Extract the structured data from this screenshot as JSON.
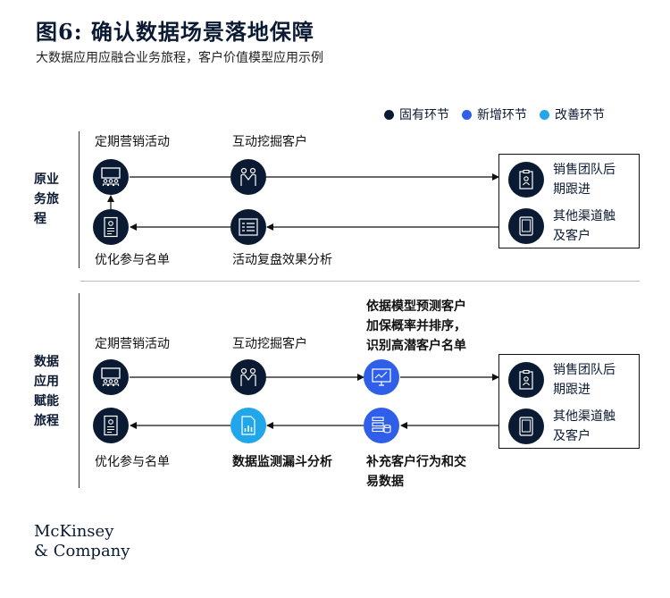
{
  "title": "图6: 确认数据场景落地保障",
  "subtitle": "大数据应用应融合业务旅程，客户价值模型应用示例",
  "legend": [
    {
      "label": "固有环节",
      "color": "#0b1a33"
    },
    {
      "label": "新增环节",
      "color": "#2f5fe8"
    },
    {
      "label": "改善环节",
      "color": "#22a6ea"
    }
  ],
  "colors": {
    "inherent": "#0b1a33",
    "new": "#2f5fe8",
    "improved": "#22a6ea"
  },
  "section1": {
    "label_lines": [
      "原业",
      "务旅",
      "程"
    ],
    "nodes": {
      "marketing": "定期营销活动",
      "mining": "互动挖掘客户",
      "optimize": "优化参与名单",
      "review": "活动复盘效果分析"
    },
    "box": {
      "item1": [
        "销售团队后",
        "期跟进"
      ],
      "item2": [
        "其他渠道触",
        "及客户"
      ]
    }
  },
  "section2": {
    "label_lines": [
      "数据",
      "应用",
      "赋能",
      "旅程"
    ],
    "nodes": {
      "marketing": "定期营销活动",
      "mining": "互动挖掘客户",
      "predict": [
        "依据模型预测客户",
        "加保概率并排序，",
        "识别高潜客户名单"
      ],
      "optimize": "优化参与名单",
      "funnel": "数据监测漏斗分析",
      "supplement": [
        "补充客户行为和交",
        "易数据"
      ]
    },
    "box": {
      "item1": [
        "销售团队后",
        "期跟进"
      ],
      "item2": [
        "其他渠道触",
        "及客户"
      ]
    }
  },
  "brand": [
    "McKinsey",
    "& Company"
  ]
}
